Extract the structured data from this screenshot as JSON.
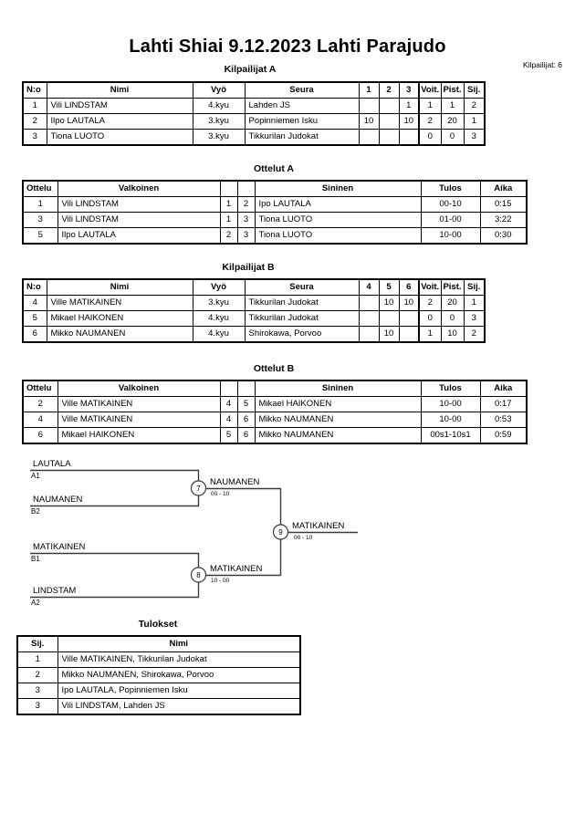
{
  "header": {
    "title": "Lahti Shiai  9.12.2023  Lahti   Parajudo",
    "entrant_count_label": "Kilpailijat: 6"
  },
  "sections": {
    "pool_a_caption": "Kilpailijat A",
    "matches_a_caption": "Ottelut A",
    "pool_b_caption": "Kilpailijat B",
    "matches_b_caption": "Ottelut B",
    "results_caption": "Tulokset"
  },
  "pool_a": {
    "columns": [
      "N:o",
      "Nimi",
      "Vyö",
      "Seura",
      "1",
      "2",
      "3",
      "Voit.",
      "Pist.",
      "Sij."
    ],
    "rows": [
      {
        "no": "1",
        "name": "Vili LINDSTAM",
        "belt": "4.kyu",
        "club": "Lahden JS",
        "scores": [
          "",
          "",
          "1"
        ],
        "wins": "1",
        "points": "1",
        "rank": "2"
      },
      {
        "no": "2",
        "name": "Ilpo LAUTALA",
        "belt": "3.kyu",
        "club": "Popinniemen Isku",
        "scores": [
          "10",
          "",
          "10"
        ],
        "wins": "2",
        "points": "20",
        "rank": "1"
      },
      {
        "no": "3",
        "name": "Tiona LUOTO",
        "belt": "3.kyu",
        "club": "Tikkurilan Judokat",
        "scores": [
          "",
          "",
          ""
        ],
        "wins": "0",
        "points": "0",
        "rank": "3"
      }
    ]
  },
  "matches_a": {
    "columns": [
      "Ottelu",
      "Valkoinen",
      "",
      "",
      "Sininen",
      "Tulos",
      "Aika"
    ],
    "rows": [
      {
        "match": "1",
        "white": "Vili LINDSTAM",
        "white_no": "1",
        "blue_no": "2",
        "blue": "Ipo LAUTALA",
        "result": "00-10",
        "time": "0:15"
      },
      {
        "match": "3",
        "white": "Vili LINDSTAM",
        "white_no": "1",
        "blue_no": "3",
        "blue": "Tiona LUOTO",
        "result": "01-00",
        "time": "3:22"
      },
      {
        "match": "5",
        "white": "Ilpo LAUTALA",
        "white_no": "2",
        "blue_no": "3",
        "blue": "Tiona LUOTO",
        "result": "10-00",
        "time": "0:30"
      }
    ]
  },
  "pool_b": {
    "columns": [
      "N:o",
      "Nimi",
      "Vyö",
      "Seura",
      "4",
      "5",
      "6",
      "Voit.",
      "Pist.",
      "Sij."
    ],
    "rows": [
      {
        "no": "4",
        "name": "Ville MATIKAINEN",
        "belt": "3.kyu",
        "club": "Tikkurilan Judokat",
        "scores": [
          "",
          "10",
          "10"
        ],
        "wins": "2",
        "points": "20",
        "rank": "1"
      },
      {
        "no": "5",
        "name": "Mikael HAIKONEN",
        "belt": "4.kyu",
        "club": "Tikkurilan Judokat",
        "scores": [
          "",
          "",
          ""
        ],
        "wins": "0",
        "points": "0",
        "rank": "3"
      },
      {
        "no": "6",
        "name": "Mikko NAUMANEN",
        "belt": "4.kyu",
        "club": "Shirokawa, Porvoo",
        "scores": [
          "",
          "10",
          ""
        ],
        "wins": "1",
        "points": "10",
        "rank": "2"
      }
    ]
  },
  "matches_b": {
    "columns": [
      "Ottelu",
      "Valkoinen",
      "",
      "",
      "Sininen",
      "Tulos",
      "Aika"
    ],
    "rows": [
      {
        "match": "2",
        "white": "Ville MATIKAINEN",
        "white_no": "4",
        "blue_no": "5",
        "blue": "Mikael HAIKONEN",
        "result": "10-00",
        "time": "0:17"
      },
      {
        "match": "4",
        "white": "Ville MATIKAINEN",
        "white_no": "4",
        "blue_no": "6",
        "blue": "Mikko NAUMANEN",
        "result": "10-00",
        "time": "0:53"
      },
      {
        "match": "6",
        "white": "Mikael HAIKONEN",
        "white_no": "5",
        "blue_no": "6",
        "blue": "Mikko NAUMANEN",
        "result": "00s1-10s1",
        "time": "0:59"
      }
    ]
  },
  "bracket": {
    "entries": [
      {
        "name": "LAUTALA",
        "seed": "A1"
      },
      {
        "name": "NAUMANEN",
        "seed": "B2"
      },
      {
        "name": "MATIKAINEN",
        "seed": "B1"
      },
      {
        "name": "LINDSTAM",
        "seed": "A2"
      }
    ],
    "semifinals": [
      {
        "number": "7",
        "winner": "NAUMANEN",
        "score": "00 - 10"
      },
      {
        "number": "8",
        "winner": "MATIKAINEN",
        "score": "10 - 00"
      }
    ],
    "final": {
      "number": "9",
      "winner": "MATIKAINEN",
      "score": "00 - 10"
    }
  },
  "results": {
    "columns": [
      "Sij.",
      "Nimi"
    ],
    "rows": [
      {
        "rank": "1",
        "name": "Ville MATIKAINEN, Tikkurilan Judokat"
      },
      {
        "rank": "2",
        "name": "Mikko NAUMANEN, Shirokawa, Porvoo"
      },
      {
        "rank": "3",
        "name": "Ipo LAUTALA, Popinniemen Isku"
      },
      {
        "rank": "3",
        "name": "Vili LINDSTAM, Lahden JS"
      }
    ]
  }
}
